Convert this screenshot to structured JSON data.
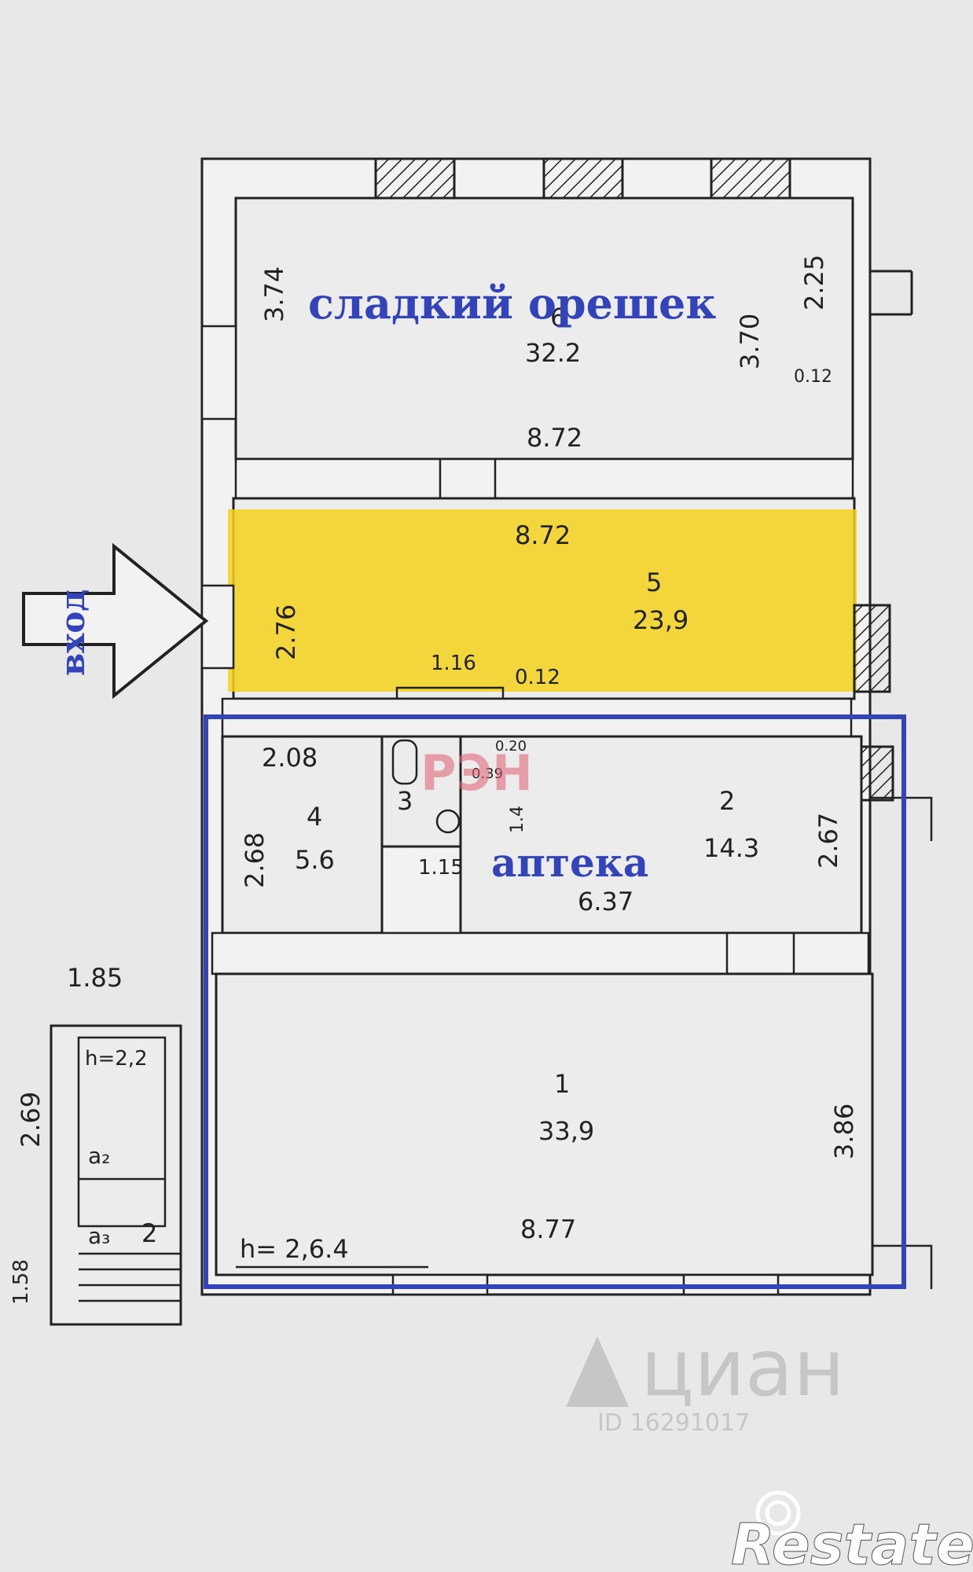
{
  "annotations": {
    "room6_tenant": "сладкий орешек",
    "entrance": "вход",
    "pharmacy": "аптека"
  },
  "rooms": {
    "r6": {
      "num": "6",
      "area": "32.2",
      "width": "8.72",
      "h1": "3.74",
      "h2": "3.70",
      "side": "2.25",
      "wall": "0.12"
    },
    "r5": {
      "num": "5",
      "area": "23,9",
      "width": "8.72",
      "height": "2.76",
      "opening": "1.16",
      "wall": "0.12"
    },
    "r4": {
      "num": "4",
      "area": "5.6",
      "width": "2.08",
      "height": "2.68"
    },
    "r3": {
      "num": "3",
      "dim_a": "0.39",
      "dim_b": "1.4",
      "dim_c": "0.20",
      "dim_d": "1.15"
    },
    "r2": {
      "num": "2",
      "area": "14.3",
      "width": "6.37",
      "height": "2.67"
    },
    "r1": {
      "num": "1",
      "area": "33,9",
      "width": "8.77",
      "height": "3.86",
      "ceiling": "h= 2,6.4"
    }
  },
  "porch": {
    "width": "1.85",
    "height": "2.69",
    "ceiling": "h=2,2",
    "a2": "a₂",
    "a3": "a₃",
    "num": "2",
    "step": "1.58"
  },
  "watermarks": {
    "cian": "циан",
    "cian_id": "ID 16291017",
    "rsn": "РЭН",
    "brand": "Restate"
  },
  "colors": {
    "highlight": "#f5d21c",
    "frame": "#3344bb",
    "label": "#3344bb"
  }
}
